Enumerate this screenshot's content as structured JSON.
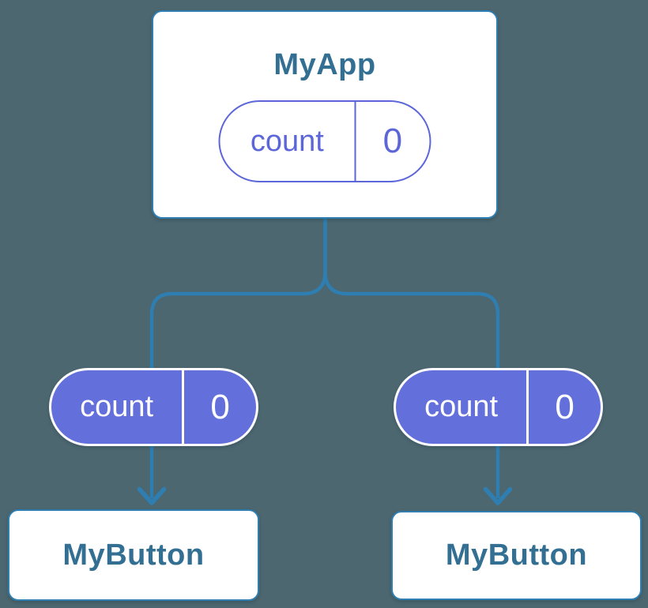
{
  "colors": {
    "background": "#4C6770",
    "connector_blue": "#2F7EB2",
    "node_title_blue": "#336F92",
    "pill_purple_fill": "#6370DC",
    "pill_purple_outline": "#5C66D9",
    "card_fill": "#FFFFFF"
  },
  "diagram": {
    "root": {
      "title": "MyApp",
      "state_pill": {
        "label": "count",
        "value": "0"
      }
    },
    "left_child": {
      "title": "MyButton",
      "prop_pill": {
        "label": "count",
        "value": "0"
      }
    },
    "right_child": {
      "title": "MyButton",
      "prop_pill": {
        "label": "count",
        "value": "0"
      }
    }
  }
}
